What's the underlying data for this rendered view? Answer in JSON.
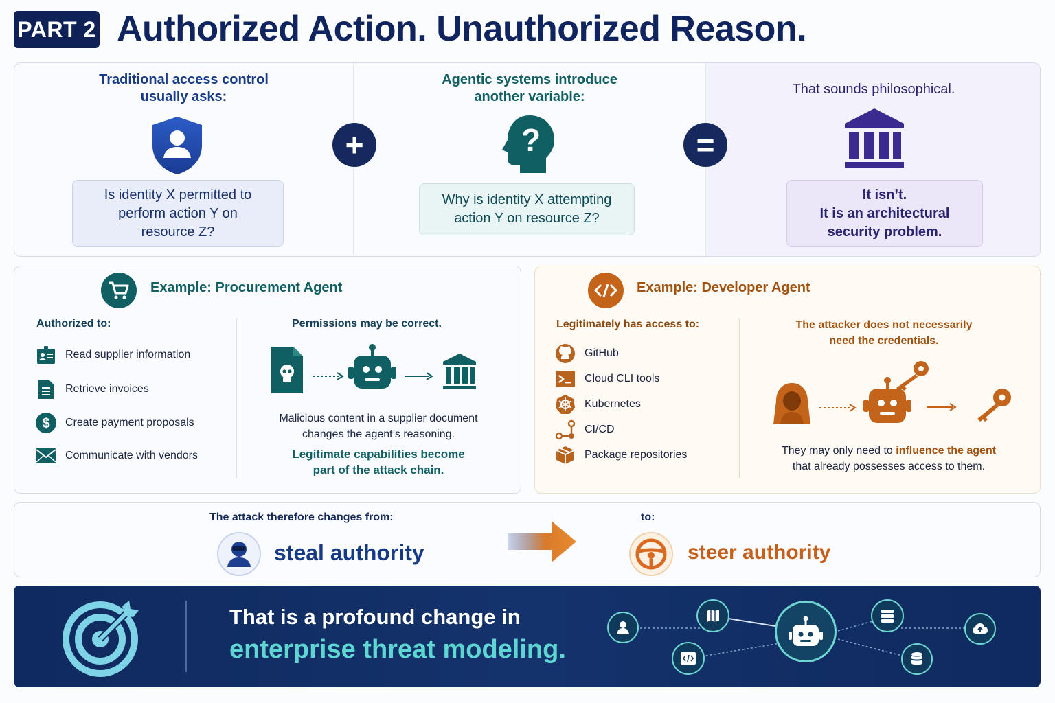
{
  "header": {
    "badge": "PART 2",
    "title": "Authorized Action. Unauthorized Reason."
  },
  "top": {
    "col1": {
      "heading_line1": "Traditional access control",
      "heading_line2": "usually asks:",
      "icon": "shield-user-icon",
      "question_line1": "Is identity X permitted to",
      "question_line2": "perform action Y on",
      "question_line3": "resource Z?"
    },
    "plus": "+",
    "col2": {
      "heading_line1": "Agentic systems introduce",
      "heading_line2": "another variable:",
      "icon": "head-question-icon",
      "question_line1": "Why is identity X attempting",
      "question_line2": "action Y on resource Z?"
    },
    "equals": "=",
    "col3": {
      "heading": "That sounds philosophical.",
      "icon": "institution-icon",
      "answer_line1": "It isn’t.",
      "answer_line2": "It is an architectural",
      "answer_line3": "security problem."
    }
  },
  "procurement": {
    "title": "Example: Procurement Agent",
    "icon": "cart-icon",
    "authorized_heading": "Authorized to:",
    "items": [
      {
        "label": "Read supplier information",
        "icon": "id-card-icon"
      },
      {
        "label": "Retrieve invoices",
        "icon": "document-icon"
      },
      {
        "label": "Create payment proposals",
        "icon": "dollar-icon"
      },
      {
        "label": "Communicate with vendors",
        "icon": "envelope-icon"
      }
    ],
    "permissions_heading": "Permissions may be correct.",
    "desc_line1": "Malicious content in a supplier document",
    "desc_line2": "changes the agent’s reasoning.",
    "emph_line1": "Legitimate capabilities become",
    "emph_line2": "part of the attack chain."
  },
  "developer": {
    "title": "Example: Developer Agent",
    "icon": "code-icon",
    "access_heading": "Legitimately has access to:",
    "items": [
      {
        "label": "GitHub",
        "icon": "github-icon"
      },
      {
        "label": "Cloud CLI tools",
        "icon": "terminal-icon"
      },
      {
        "label": "Kubernetes",
        "icon": "kubernetes-icon"
      },
      {
        "label": "CI/CD",
        "icon": "pipeline-icon"
      },
      {
        "label": "Package repositories",
        "icon": "package-icon"
      }
    ],
    "attacker_line1": "The attacker does not necessarily",
    "attacker_line2": "need the credentials.",
    "desc_pre": "They may only need to ",
    "desc_emph": "influence the agent",
    "desc_line2": "that already possesses access to them."
  },
  "change": {
    "from_label": "The attack therefore changes from:",
    "from_value": "steal authority",
    "to_label": "to:",
    "to_value": "steer authority"
  },
  "banner": {
    "line1": "That is a profound change in",
    "line2": "enterprise threat modeling."
  },
  "colors": {
    "navy": "#0f2257",
    "teal": "#0f5f63",
    "orange": "#c4641a",
    "purple": "#3b2a8f"
  }
}
